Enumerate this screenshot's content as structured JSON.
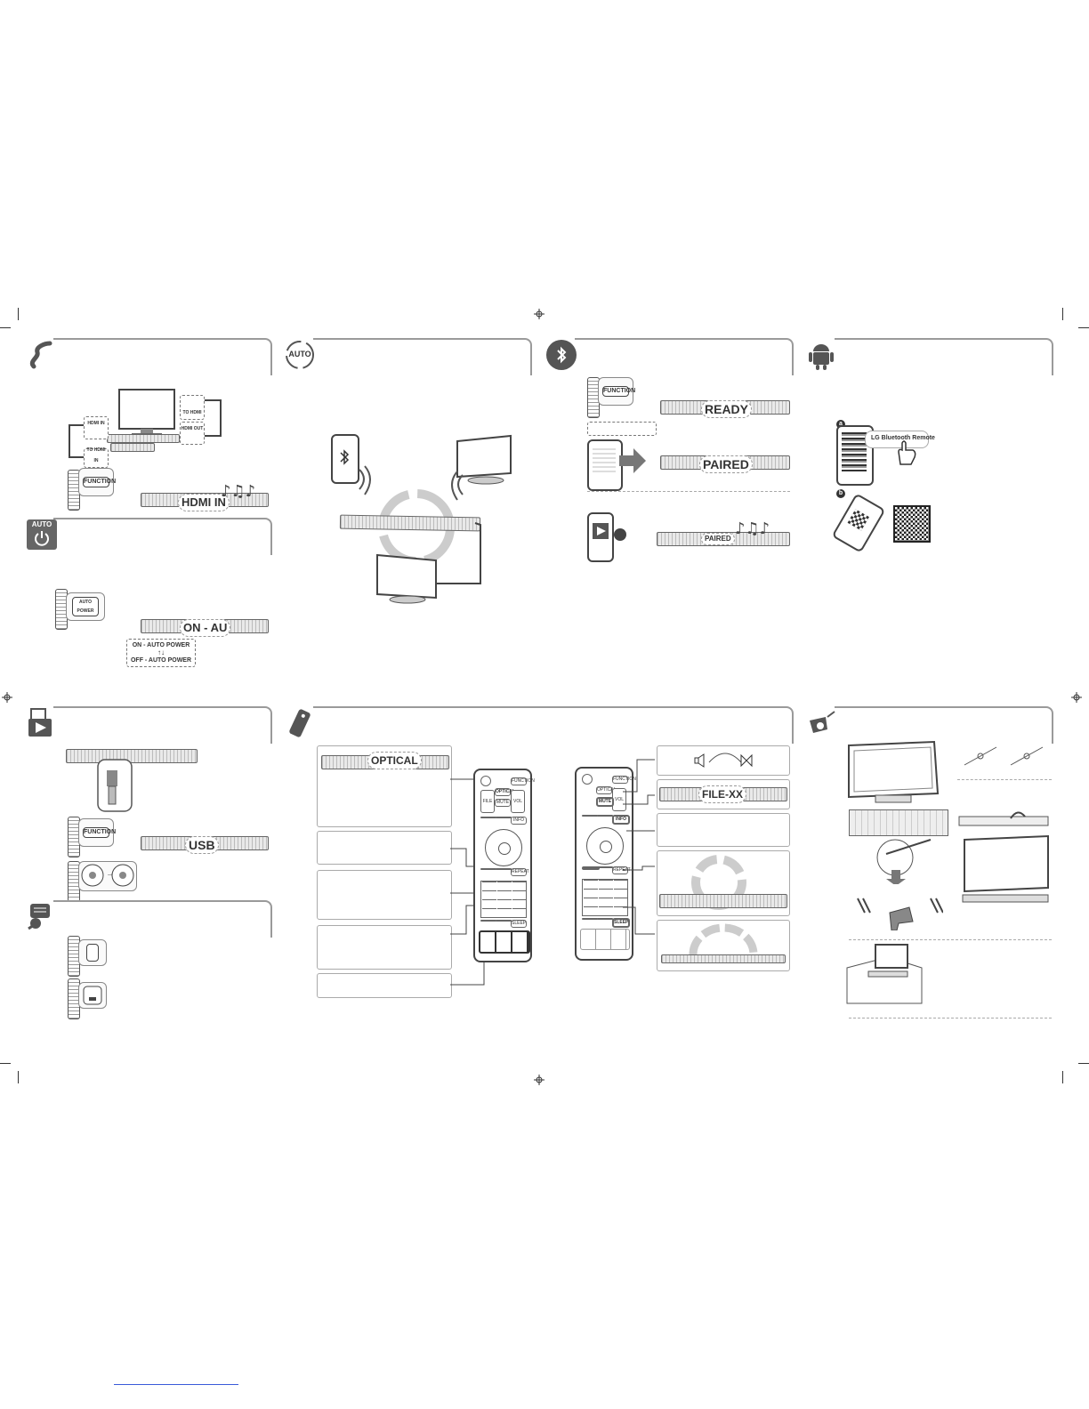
{
  "hdmi_panel": {
    "hdmi_in_label": "HDMI IN",
    "function_button": "FUNCTION",
    "port_labels": [
      "TO HDMI",
      "HDMI IN",
      "HDMI OUT",
      "TO HDMI IN"
    ]
  },
  "auto_power_panel": {
    "header_icon_text": "AUTO",
    "auto_power_button": "AUTO POWER",
    "display_text": "ON - AU",
    "toggle_on": "ON - AUTO POWER",
    "toggle_off": "OFF - AUTO POWER"
  },
  "auto_switch_panel": {
    "header_icon_text": "AUTO"
  },
  "bluetooth_panel": {
    "function_button": "FUNCTION",
    "display_ready": "READY",
    "display_paired": "PAIRED",
    "display_paired_small": "PAIRED"
  },
  "app_panel": {
    "step_a": "a",
    "step_b": "b",
    "app_name": "LG Bluetooth Remote"
  },
  "usb_panel": {
    "function_button": "FUNCTION",
    "display_text": "USB"
  },
  "remote_panel": {
    "optical_display": "OPTICAL",
    "file_display": "FILE-XX",
    "remote_keys_left": [
      "FUNCTION",
      "OPTICAL",
      "VOL",
      "FILE",
      "MUTE",
      "INFO",
      "REPEAT",
      "SLEEP"
    ],
    "remote_keys_right": [
      "FUNCTION",
      "OPTICAL",
      "VOL",
      "MUTE",
      "INFO",
      "REPEAT",
      "SLEEP"
    ]
  },
  "colors": {
    "header_rule": "#9a9a9a",
    "icon_dark": "#555555",
    "link_blue": "#3a5ad9"
  }
}
